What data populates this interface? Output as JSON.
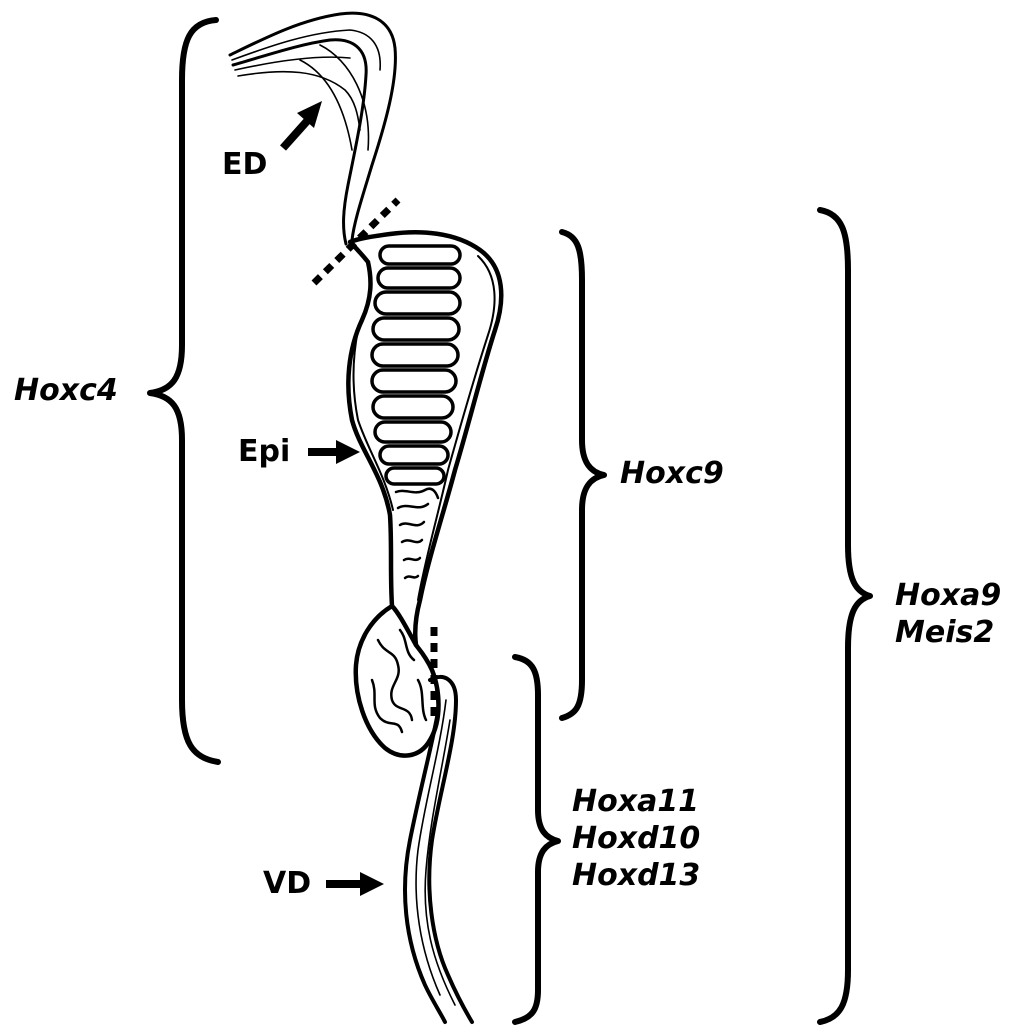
{
  "structure_labels": {
    "ed": "ED",
    "epi": "Epi",
    "vd": "VD"
  },
  "gene_labels": {
    "hoxc4": "Hoxc4",
    "hoxc9": "Hoxc9",
    "hoxa9": "Hoxa9",
    "meis2": "Meis2",
    "hoxa11": "Hoxa11",
    "hoxd10": "Hoxd10",
    "hoxd13": "Hoxd13"
  },
  "colors": {
    "ink": "#000000",
    "background": "#ffffff"
  }
}
